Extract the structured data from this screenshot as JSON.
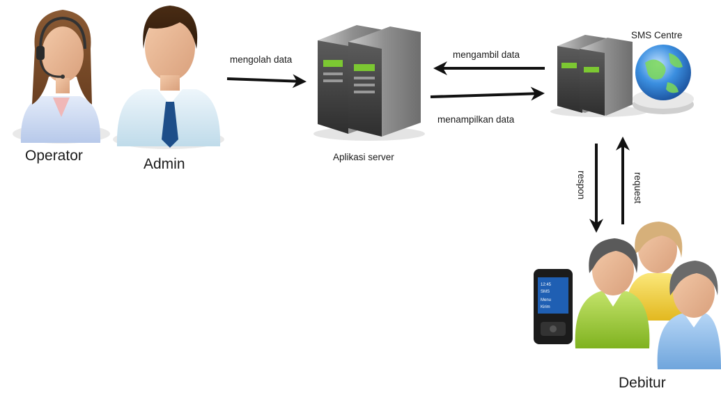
{
  "actors": {
    "operator": "Operator",
    "admin": "Admin",
    "debitur": "Debitur"
  },
  "nodes": {
    "app_server": "Aplikasi server",
    "sms_centre": "SMS Centre"
  },
  "flows": {
    "process": "mengolah data",
    "fetch": "mengambil data",
    "display": "menampilkan data",
    "response": "respon",
    "request": "request"
  },
  "phone_screen": {
    "line1": "12:45",
    "line2": "SMS",
    "line3": "Menu",
    "line4": "Kirim"
  },
  "colors": {
    "operator_shirt": "#c9d8f2",
    "admin_shirt": "#d6e9f3",
    "admin_tie": "#1d4e89",
    "debitur_green": "#9fce2f",
    "debitur_yellow": "#f2d23a",
    "debitur_blue": "#7fb3e6",
    "server_body": "#9a9a9a",
    "globe": "#2f7fd0",
    "arrow": "#111111"
  }
}
